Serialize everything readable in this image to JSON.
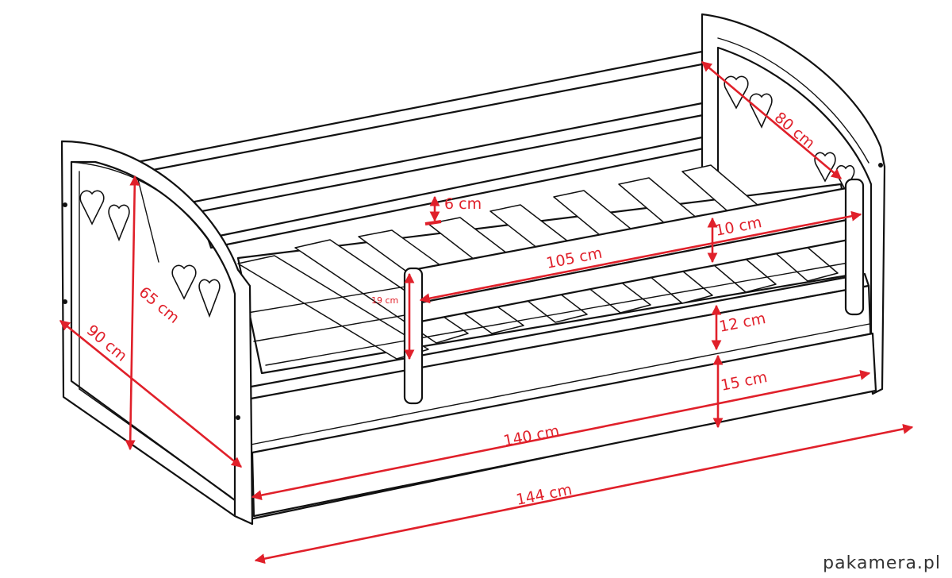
{
  "colors": {
    "dimension": "#e0202a",
    "outline": "#111111",
    "background": "#ffffff"
  },
  "dimensions": {
    "width_head": "80 cm",
    "gap_top": "6 cm",
    "rail_height": "10 cm",
    "rail_length": "105 cm",
    "rail_offset": "19 cm",
    "lower_gap": "12 cm",
    "drawer_height": "15 cm",
    "inner_length": "140 cm",
    "outer_length": "144 cm",
    "height": "65 cm",
    "depth": "90 cm"
  },
  "watermark": "pakamera.pl"
}
